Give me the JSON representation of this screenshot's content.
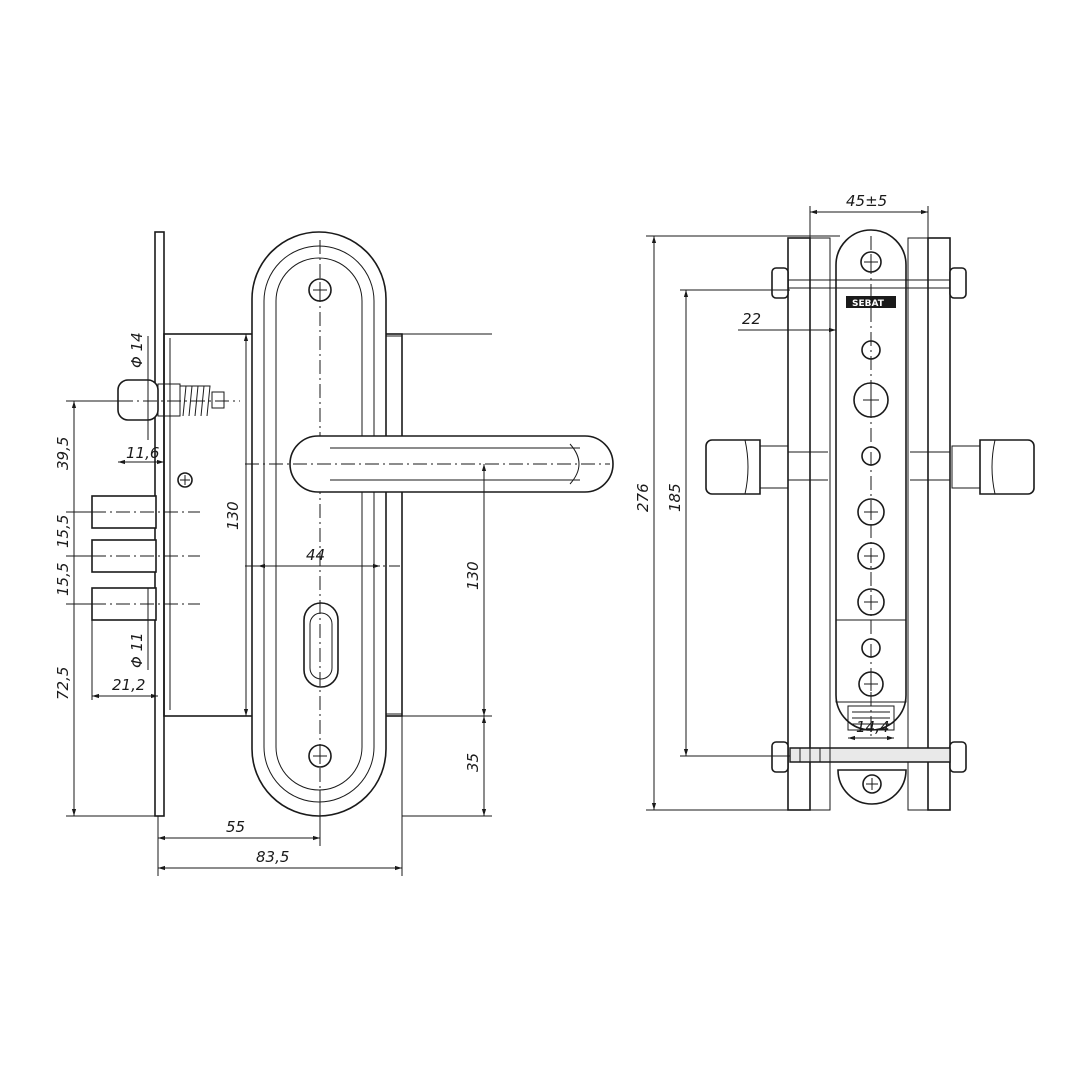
{
  "drawing": {
    "left_view": {
      "dimensions": {
        "d14": "Φ 14",
        "d11": "Φ 11",
        "v39_5": "39,5",
        "v11_6": "11,6",
        "v15_5_a": "15,5",
        "v15_5_b": "15,5",
        "v72_5": "72,5",
        "v21_2": "21,2",
        "v130_body": "130",
        "v44": "44",
        "v130_right": "130",
        "v35": "35",
        "v55": "55",
        "v83_5": "83,5"
      }
    },
    "right_view": {
      "brand": "SEBAT",
      "dimensions": {
        "v45_5": "45±5",
        "v22": "22",
        "v276": "276",
        "v185": "185",
        "v14_4": "14,4"
      }
    }
  }
}
